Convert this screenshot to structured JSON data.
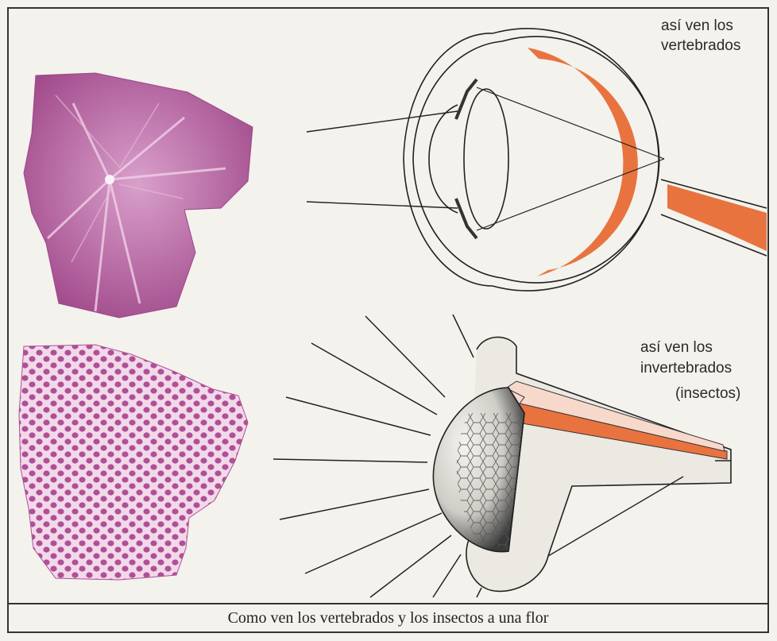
{
  "labels": {
    "vertebrates_line1": "así ven los",
    "vertebrates_line2": "vertebrados",
    "invertebrates_line1": "así ven los",
    "invertebrates_line2": "invertebrados",
    "invertebrates_line3": "(insectos)"
  },
  "caption": "Como ven los vertebrados y los insectos a una flor",
  "colors": {
    "background": "#f3f2ec",
    "frame": "#333333",
    "flower": "#b2589c",
    "retina_orange": "#e8733f",
    "ink": "#222222"
  }
}
